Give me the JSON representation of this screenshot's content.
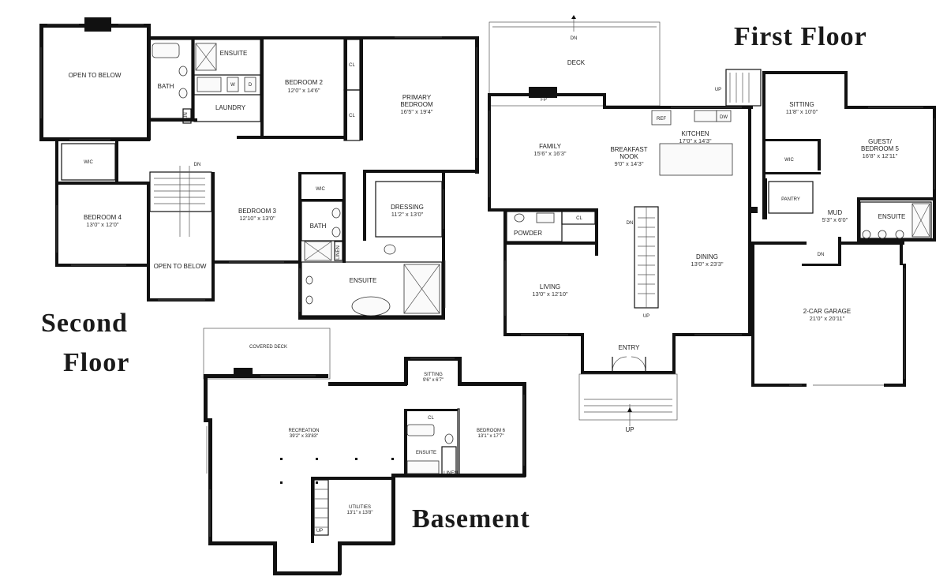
{
  "floors": {
    "first": "First Floor",
    "second_line1": "Second",
    "second_line2": "Floor",
    "basement": "Basement"
  },
  "second_floor": {
    "open_to_below_1": "OPEN TO BELOW",
    "bath": "BATH",
    "ensuite_top": "ENSUITE",
    "laundry": "LAUNDRY",
    "washer": "W",
    "dryer": "D",
    "bedroom2_name": "BEDROOM 2",
    "bedroom2_dim": "12'0\" x 14'6\"",
    "primary_line1": "PRIMARY",
    "primary_line2": "BEDROOM",
    "primary_dim": "16'5\" x 19'4\"",
    "cl1": "CL",
    "cl2": "CL",
    "wic_left": "WIC",
    "bedroom4_name": "BEDROOM 4",
    "bedroom4_dim": "13'0\" x 12'0\"",
    "dn": "DN",
    "bedroom3_name": "BEDROOM 3",
    "bedroom3_dim": "12'10\" x 13'0\"",
    "wic_mid": "WIC",
    "bath_mid": "BATH",
    "dressing_name": "DRESSING",
    "dressing_dim": "11'2\" x 13'0\"",
    "linen": "LINEN",
    "lin": "LIN",
    "open_to_below_2": "OPEN TO BELOW",
    "ensuite_primary": "ENSUITE"
  },
  "first_floor": {
    "deck_dn": "DN",
    "deck": "DECK",
    "fp": "FP",
    "ref": "REF",
    "dw": "DW",
    "up_top": "UP",
    "family_name": "FAMILY",
    "family_dim": "15'6\" x 16'3\"",
    "breakfast_line1": "BREAKFAST",
    "breakfast_line2": "NOOK",
    "breakfast_dim": "9'0\" x 14'3\"",
    "kitchen_name": "KITCHEN",
    "kitchen_dim": "17'0\" x 14'3\"",
    "sitting_name": "SITTING",
    "sitting_dim": "11'8\" x 10'0\"",
    "guest_line1": "GUEST/",
    "guest_line2": "BEDROOM 5",
    "guest_dim": "16'8\" x 12'11\"",
    "wic": "WIC",
    "pantry": "PANTRY",
    "mud_name": "MUD",
    "mud_dim": "5'3\" x 6'0\"",
    "ensuite": "ENSUITE",
    "powder": "POWDER",
    "cl": "CL",
    "stair_dn": "DN",
    "garage_dn": "DN",
    "living_name": "LIVING",
    "living_dim": "13'0\" x 12'10\"",
    "dining_name": "DINING",
    "dining_dim": "13'0\" x 23'3\"",
    "stair_up": "UP",
    "garage_name": "2-CAR GARAGE",
    "garage_dim": "21'0\" x 20'11\"",
    "entry": "ENTRY",
    "up_bottom": "UP"
  },
  "basement": {
    "covered_deck": "COVERED DECK",
    "sitting_name": "SITTING",
    "sitting_dim": "9'6\" x 6'7\"",
    "cl": "CL",
    "recreation_name": "RECREATION",
    "recreation_dim": "39'2\" x 33'83\"",
    "bedroom6_name": "BEDROOM 6",
    "bedroom6_dim": "13'1\" x 17'7\"",
    "ensuite": "ENSUITE",
    "linen": "LINEN",
    "utilities_name": "UTILITIES",
    "utilities_dim": "13'1\" x 13'8\"",
    "up": "UP"
  }
}
